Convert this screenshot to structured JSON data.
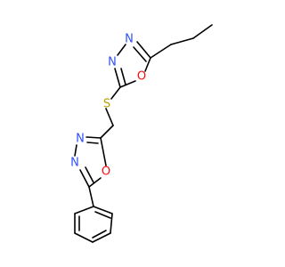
{
  "molecule": {
    "atoms": {
      "n1": "N",
      "n2": "N",
      "o1": "O",
      "s1": "S",
      "n3": "N",
      "n4": "N",
      "o2": "O"
    }
  },
  "colors": {
    "bond": "#000000",
    "nitrogen": "#3050F8",
    "oxygen": "#FF0D0D",
    "sulfur": "#B8A000"
  }
}
